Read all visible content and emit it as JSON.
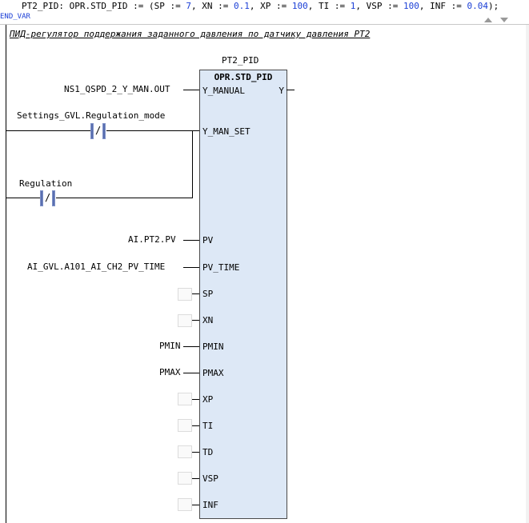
{
  "declaration": {
    "name": "PT2_PID",
    "colon": ": ",
    "type": "OPR.STD_PID",
    "assign": " := (",
    "params": [
      {
        "name": "SP",
        "op": " := ",
        "value": "7",
        "sep": ", "
      },
      {
        "name": "XN",
        "op": " := ",
        "value": "0.1",
        "sep": ", "
      },
      {
        "name": "XP",
        "op": " := ",
        "value": "100",
        "sep": ", "
      },
      {
        "name": "TI",
        "op": " := ",
        "value": "1",
        "sep": ", "
      },
      {
        "name": "VSP",
        "op": " := ",
        "value": "100",
        "sep": ", "
      },
      {
        "name": "INF",
        "op": " := ",
        "value": "0.04",
        "sep": ");"
      }
    ],
    "end_var": "END_VAR"
  },
  "network": {
    "comment": "ПИД-регулятор поддержания заданного давления по датчику давления PT2"
  },
  "block": {
    "instance": "PT2_PID",
    "type": "OPR.STD_PID",
    "output": "Y",
    "inputs": [
      {
        "pin": "Y_MANUAL",
        "source": "NS1_QSPD_2_Y_MAN.OUT"
      },
      {
        "pin": "Y_MAN_SET",
        "source": ""
      },
      {
        "pin": "PV",
        "source": "AI.PT2.PV"
      },
      {
        "pin": "PV_TIME",
        "source": "AI_GVL.A101_AI_CH2_PV_TIME"
      },
      {
        "pin": "SP",
        "source": ""
      },
      {
        "pin": "XN",
        "source": ""
      },
      {
        "pin": "PMIN",
        "source": "PMIN"
      },
      {
        "pin": "PMAX",
        "source": "PMAX"
      },
      {
        "pin": "XP",
        "source": ""
      },
      {
        "pin": "TI",
        "source": ""
      },
      {
        "pin": "TD",
        "source": ""
      },
      {
        "pin": "VSP",
        "source": ""
      },
      {
        "pin": "INF",
        "source": ""
      }
    ]
  },
  "contacts": [
    {
      "variable": "Settings_GVL.Regulation_mode",
      "symbol": "/"
    },
    {
      "variable": "Regulation",
      "symbol": "/"
    }
  ]
}
